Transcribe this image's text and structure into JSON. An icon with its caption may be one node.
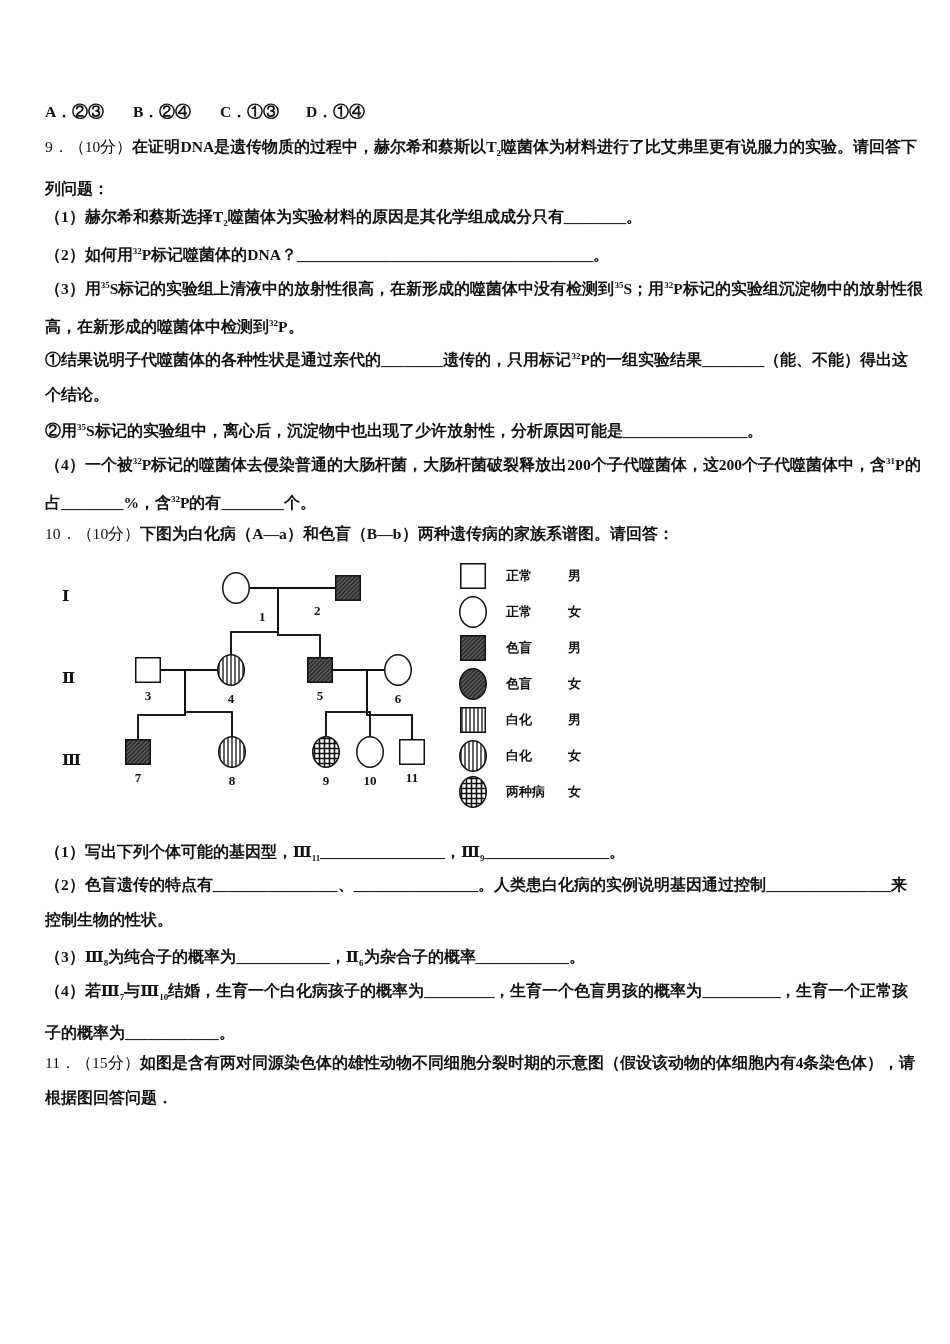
{
  "diagram": {
    "nodes": [
      {
        "text": [
          "1"
        ]
      },
      {
        "text": [
          "2"
        ]
      },
      {
        "text": [
          "3"
        ]
      },
      {
        "text": [
          "4"
        ]
      },
      {
        "text": [
          "5"
        ]
      },
      {
        "text": [
          "6"
        ]
      },
      {
        "text": [
          "7"
        ]
      },
      {
        "text": [
          "8"
        ]
      },
      {
        "text": [
          "9"
        ]
      },
      {
        "text": [
          "10"
        ]
      },
      {
        "text": [
          "11"
        ]
      }
    ],
    "edges": [
      {
        "from": 0,
        "to": 1,
        "arrow": "none"
      },
      {
        "from": 2,
        "to": 3,
        "arrow": "none"
      },
      {
        "from": 4,
        "to": 5,
        "arrow": "none"
      },
      {
        "from": 0,
        "to": 3,
        "arrow": "none"
      },
      {
        "from": 1,
        "to": 3,
        "arrow": "none"
      },
      {
        "from": 0,
        "to": 4,
        "arrow": "none"
      },
      {
        "from": 1,
        "to": 4,
        "arrow": "none"
      },
      {
        "from": 2,
        "to": 6,
        "arrow": "none"
      },
      {
        "from": 3,
        "to": 6,
        "arrow": "none"
      },
      {
        "from": 2,
        "to": 7,
        "arrow": "none"
      },
      {
        "from": 3,
        "to": 7,
        "arrow": "none"
      },
      {
        "from": 4,
        "to": 8,
        "arrow": "none"
      },
      {
        "from": 5,
        "to": 8,
        "arrow": "none"
      },
      {
        "from": 4,
        "to": 9,
        "arrow": "none"
      },
      {
        "from": 5,
        "to": 9,
        "arrow": "none"
      },
      {
        "from": 4,
        "to": 10,
        "arrow": "none"
      },
      {
        "from": 5,
        "to": 10,
        "arrow": "none"
      }
    ],
    "labels": [
      "A．②③",
      "B．②④",
      "C．①③",
      "D．①④",
      "9．（10分）**在证明DNA是遗传物质的过程中，赫尔希和蔡斯以T$_{2}$噬菌体为材料进行了比艾弗里更有说服力的实验。请回答下列问题：**",
      "（1）赫尔希和蔡斯选择T$_{2}$噬菌体为实验材料的原因是其化学组成成分只有________。",
      "（2）如何用$^{32}$P标记噬菌体的DNA？______________________________________。",
      "（3）用$^{35}$S标记的实验组上清液中的放射性很高，在新形成的噬菌体中没有检测到$^{35}$S；用$^{32}$P标记的实验组沉淀物中的放射性很高，在新形成的噬菌体中检测到$^{32}$P。",
      "①结果说明子代噬菌体的各种性状是通过亲代的________遗传的，只用标记$^{32}$P的一组实验结果________（能、不能）得出这个结论。",
      "②用$^{35}$S标记的实验组中，离心后，沉淀物中也出现了少许放射性，分析原因可能是________________。",
      "（4）一个被$^{32}$P标记的噬菌体去侵染普通的大肠杆菌，大肠杆菌破裂释放出200个子代噬菌体，这200个子代噬菌体中，含$^{31}$P的占________%，含$^{32}$P的有________个。",
      "10．（10分）**下图为白化病（A—a）和色盲（B—b）两种遗传病的家族系谱图。请回答：**",
      "Ⅰ",
      "Ⅱ",
      "Ⅲ",
      "（1）写出下列个体可能的基因型，Ⅲ$_{11}$________________，Ⅲ$_{9}$________________。",
      "（2）色盲遗传的特点有________________、________________。人类患白化病的实例说明基因通过控制________________来控制生物的性状。",
      "（3）Ⅲ$_{8}$为纯合子的概率为____________，Ⅱ$_{6}$为杂合子的概率____________。",
      "（4）若Ⅲ$_{7}$与Ⅲ$_{10}$结婚，生育一个白化病孩子的概率为_________，生育一个色盲男孩的概率为__________，生育一个正常孩子的概率为____________。",
      "11．（15分）**如图是含有两对同源染色体的雄性动物不同细胞分裂时期的示意图（假设该动物的体细胞内有4条染色体），请根据图回答问题．**"
    ],
    "legend": [
      {
        "text": "正常 男"
      },
      {
        "text": "正常 女"
      },
      {
        "text": "色盲 男"
      },
      {
        "text": "色盲 女"
      },
      {
        "text": "白化 男"
      },
      {
        "text": "白化 女"
      },
      {
        "text": "两种病 女"
      }
    ]
  }
}
